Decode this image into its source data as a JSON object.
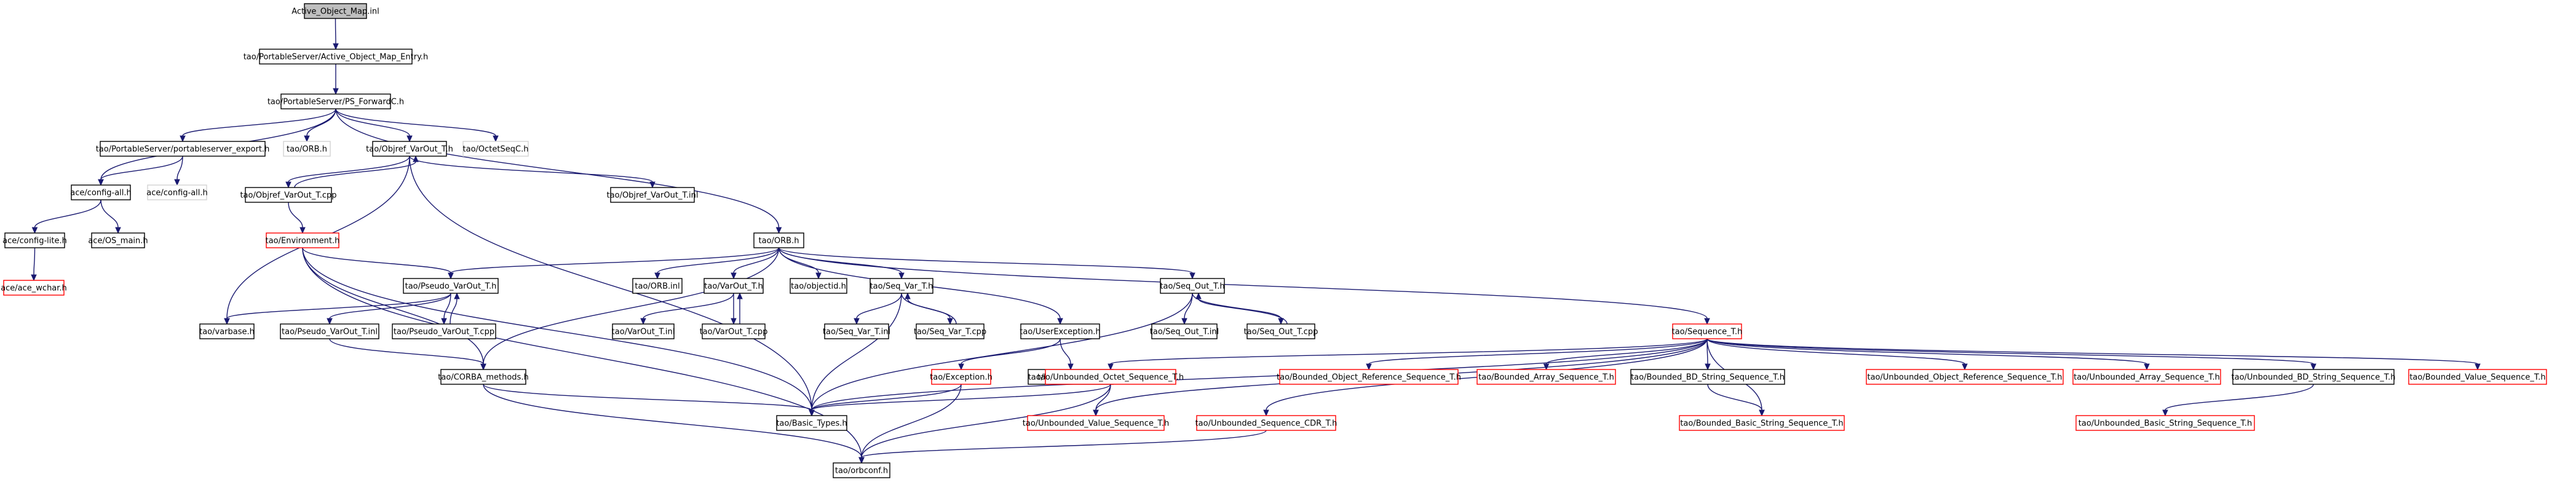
{
  "colors": {
    "edge": "#191970",
    "root_fill": "#bfbfbf",
    "root_border": "#000000",
    "node_border": "#000000",
    "node_fill": "#ffffff",
    "truncated_border": "#ff0000",
    "external_border": "#d3d3d3"
  },
  "nodes": [
    {
      "id": "active_object_map_inl",
      "label": "Active_Object_Map.inl",
      "style": "root"
    },
    {
      "id": "aome_h",
      "label": "tao/PortableServer/Active_Object_Map_Entry.h",
      "style": "normal"
    },
    {
      "id": "ps_forwardc_h",
      "label": "tao/PortableServer/PS_ForwardC.h",
      "style": "normal"
    },
    {
      "id": "portableserver_export_h",
      "label": "tao/PortableServer/portableserver_export.h",
      "style": "normal"
    },
    {
      "id": "tao_orb_h_ext",
      "label": "tao/ORB.h",
      "style": "external"
    },
    {
      "id": "objref_varout_h",
      "label": "tao/Objref_VarOut_T.h",
      "style": "normal"
    },
    {
      "id": "octetseqc_h",
      "label": "tao/OctetSeqC.h",
      "style": "external"
    },
    {
      "id": "config_all_h",
      "label": "ace/config-all.h",
      "style": "normal"
    },
    {
      "id": "config_all_h_ext",
      "label": "ace/config-all.h",
      "style": "external"
    },
    {
      "id": "objref_varout_cpp",
      "label": "tao/Objref_VarOut_T.cpp",
      "style": "normal"
    },
    {
      "id": "objref_varout_inl",
      "label": "tao/Objref_VarOut_T.inl",
      "style": "normal"
    },
    {
      "id": "config_lite_h",
      "label": "ace/config-lite.h",
      "style": "normal"
    },
    {
      "id": "os_main_h",
      "label": "ace/OS_main.h",
      "style": "normal"
    },
    {
      "id": "environment_h",
      "label": "tao/Environment.h",
      "style": "truncated"
    },
    {
      "id": "ace_wchar_h",
      "label": "ace/ace_wchar.h",
      "style": "truncated"
    },
    {
      "id": "orb_h",
      "label": "tao/ORB.h",
      "style": "normal"
    },
    {
      "id": "pseudo_varout_h",
      "label": "tao/Pseudo_VarOut_T.h",
      "style": "normal"
    },
    {
      "id": "orb_inl",
      "label": "tao/ORB.inl",
      "style": "normal"
    },
    {
      "id": "varout_h",
      "label": "tao/VarOut_T.h",
      "style": "normal"
    },
    {
      "id": "objectid_h",
      "label": "tao/objectid.h",
      "style": "normal"
    },
    {
      "id": "seq_var_h",
      "label": "tao/Seq_Var_T.h",
      "style": "normal"
    },
    {
      "id": "seq_out_h",
      "label": "tao/Seq_Out_T.h",
      "style": "normal"
    },
    {
      "id": "varbase_h",
      "label": "tao/varbase.h",
      "style": "normal"
    },
    {
      "id": "pseudo_varout_inl",
      "label": "tao/Pseudo_VarOut_T.inl",
      "style": "normal"
    },
    {
      "id": "pseudo_varout_cpp",
      "label": "tao/Pseudo_VarOut_T.cpp",
      "style": "normal"
    },
    {
      "id": "varout_inl",
      "label": "tao/VarOut_T.inl",
      "style": "normal"
    },
    {
      "id": "varout_cpp",
      "label": "tao/VarOut_T.cpp",
      "style": "normal"
    },
    {
      "id": "seq_var_inl",
      "label": "tao/Seq_Var_T.inl",
      "style": "normal"
    },
    {
      "id": "seq_var_cpp",
      "label": "tao/Seq_Var_T.cpp",
      "style": "normal"
    },
    {
      "id": "userexception_h",
      "label": "tao/UserException.h",
      "style": "normal"
    },
    {
      "id": "seq_out_inl",
      "label": "tao/Seq_Out_T.inl",
      "style": "normal"
    },
    {
      "id": "seq_out_cpp",
      "label": "tao/Seq_Out_T.cpp",
      "style": "normal"
    },
    {
      "id": "sequence_h",
      "label": "tao/Sequence_T.h",
      "style": "truncated"
    },
    {
      "id": "corba_methods_h",
      "label": "tao/CORBA_methods.h",
      "style": "normal"
    },
    {
      "id": "userexception_inl",
      "label": "tao/UserException.inl",
      "style": "normal"
    },
    {
      "id": "exception_h",
      "label": "tao/Exception.h",
      "style": "truncated"
    },
    {
      "id": "unb_octet_seq_h",
      "label": "tao/Unbounded_Octet_Sequence_T.h",
      "style": "truncated"
    },
    {
      "id": "bnd_objref_seq_h",
      "label": "tao/Bounded_Object_Reference_Sequence_T.h",
      "style": "truncated"
    },
    {
      "id": "bnd_array_seq_h",
      "label": "tao/Bounded_Array_Sequence_T.h",
      "style": "truncated"
    },
    {
      "id": "bnd_bd_string_seq_h",
      "label": "tao/Bounded_BD_String_Sequence_T.h",
      "style": "normal"
    },
    {
      "id": "unb_objref_seq_h",
      "label": "tao/Unbounded_Object_Reference_Sequence_T.h",
      "style": "truncated"
    },
    {
      "id": "unb_array_seq_h",
      "label": "tao/Unbounded_Array_Sequence_T.h",
      "style": "truncated"
    },
    {
      "id": "unb_bd_string_seq_h",
      "label": "tao/Unbounded_BD_String_Sequence_T.h",
      "style": "normal"
    },
    {
      "id": "bnd_value_seq_h",
      "label": "tao/Bounded_Value_Sequence_T.h",
      "style": "truncated"
    },
    {
      "id": "basic_types_h",
      "label": "tao/Basic_Types.h",
      "style": "normal"
    },
    {
      "id": "unb_value_seq_h",
      "label": "tao/Unbounded_Value_Sequence_T.h",
      "style": "truncated"
    },
    {
      "id": "unb_seq_cdr_h",
      "label": "tao/Unbounded_Sequence_CDR_T.h",
      "style": "truncated"
    },
    {
      "id": "bnd_basic_string_seq_h",
      "label": "tao/Bounded_Basic_String_Sequence_T.h",
      "style": "truncated"
    },
    {
      "id": "unb_basic_string_seq_h",
      "label": "tao/Unbounded_Basic_String_Sequence_T.h",
      "style": "truncated"
    },
    {
      "id": "orbconf_h",
      "label": "tao/orbconf.h",
      "style": "normal"
    }
  ],
  "edges": [
    [
      "active_object_map_inl",
      "aome_h"
    ],
    [
      "aome_h",
      "ps_forwardc_h"
    ],
    [
      "ps_forwardc_h",
      "portableserver_export_h"
    ],
    [
      "ps_forwardc_h",
      "tao_orb_h_ext"
    ],
    [
      "ps_forwardc_h",
      "objref_varout_h"
    ],
    [
      "ps_forwardc_h",
      "octetseqc_h"
    ],
    [
      "ps_forwardc_h",
      "config_all_h"
    ],
    [
      "ps_forwardc_h",
      "orb_h"
    ],
    [
      "portableserver_export_h",
      "config_all_h"
    ],
    [
      "portableserver_export_h",
      "config_all_h_ext"
    ],
    [
      "objref_varout_h",
      "objref_varout_cpp"
    ],
    [
      "objref_varout_h",
      "objref_varout_inl"
    ],
    [
      "objref_varout_h",
      "varbase_h"
    ],
    [
      "objref_varout_h",
      "basic_types_h"
    ],
    [
      "objref_varout_cpp",
      "objref_varout_h"
    ],
    [
      "objref_varout_cpp",
      "environment_h"
    ],
    [
      "config_all_h",
      "config_lite_h"
    ],
    [
      "config_all_h",
      "os_main_h"
    ],
    [
      "config_lite_h",
      "ace_wchar_h"
    ],
    [
      "environment_h",
      "pseudo_varout_h"
    ],
    [
      "environment_h",
      "corba_methods_h"
    ],
    [
      "environment_h",
      "basic_types_h"
    ],
    [
      "environment_h",
      "orbconf_h"
    ],
    [
      "orb_h",
      "pseudo_varout_h"
    ],
    [
      "orb_h",
      "orb_inl"
    ],
    [
      "orb_h",
      "varout_h"
    ],
    [
      "orb_h",
      "objectid_h"
    ],
    [
      "orb_h",
      "seq_var_h"
    ],
    [
      "orb_h",
      "userexception_h"
    ],
    [
      "orb_h",
      "seq_out_h"
    ],
    [
      "orb_h",
      "sequence_h"
    ],
    [
      "orb_h",
      "corba_methods_h"
    ],
    [
      "pseudo_varout_h",
      "varbase_h"
    ],
    [
      "pseudo_varout_h",
      "pseudo_varout_inl"
    ],
    [
      "pseudo_varout_h",
      "pseudo_varout_cpp"
    ],
    [
      "pseudo_varout_cpp",
      "pseudo_varout_h"
    ],
    [
      "varout_h",
      "varout_inl"
    ],
    [
      "varout_h",
      "varout_cpp"
    ],
    [
      "varout_cpp",
      "varout_h"
    ],
    [
      "seq_var_h",
      "seq_var_inl"
    ],
    [
      "seq_var_h",
      "seq_var_cpp"
    ],
    [
      "seq_var_h",
      "basic_types_h"
    ],
    [
      "seq_var_cpp",
      "seq_var_h"
    ],
    [
      "userexception_h",
      "userexception_inl"
    ],
    [
      "userexception_h",
      "exception_h"
    ],
    [
      "seq_out_h",
      "seq_out_inl"
    ],
    [
      "seq_out_h",
      "seq_out_cpp"
    ],
    [
      "seq_out_h",
      "basic_types_h"
    ],
    [
      "seq_out_cpp",
      "seq_out_h"
    ],
    [
      "pseudo_varout_inl",
      "corba_methods_h"
    ],
    [
      "corba_methods_h",
      "basic_types_h"
    ],
    [
      "corba_methods_h",
      "orbconf_h"
    ],
    [
      "exception_h",
      "basic_types_h"
    ],
    [
      "exception_h",
      "orbconf_h"
    ],
    [
      "sequence_h",
      "unb_octet_seq_h"
    ],
    [
      "sequence_h",
      "bnd_objref_seq_h"
    ],
    [
      "sequence_h",
      "bnd_array_seq_h"
    ],
    [
      "sequence_h",
      "bnd_bd_string_seq_h"
    ],
    [
      "sequence_h",
      "unb_objref_seq_h"
    ],
    [
      "sequence_h",
      "unb_array_seq_h"
    ],
    [
      "sequence_h",
      "unb_bd_string_seq_h"
    ],
    [
      "sequence_h",
      "bnd_value_seq_h"
    ],
    [
      "sequence_h",
      "unb_value_seq_h"
    ],
    [
      "sequence_h",
      "unb_seq_cdr_h"
    ],
    [
      "sequence_h",
      "bnd_basic_string_seq_h"
    ],
    [
      "sequence_h",
      "basic_types_h"
    ],
    [
      "unb_octet_seq_h",
      "basic_types_h"
    ],
    [
      "unb_octet_seq_h",
      "unb_value_seq_h"
    ],
    [
      "unb_octet_seq_h",
      "orbconf_h"
    ],
    [
      "bnd_bd_string_seq_h",
      "bnd_basic_string_seq_h"
    ],
    [
      "unb_bd_string_seq_h",
      "unb_basic_string_seq_h"
    ],
    [
      "unb_seq_cdr_h",
      "orbconf_h"
    ]
  ]
}
